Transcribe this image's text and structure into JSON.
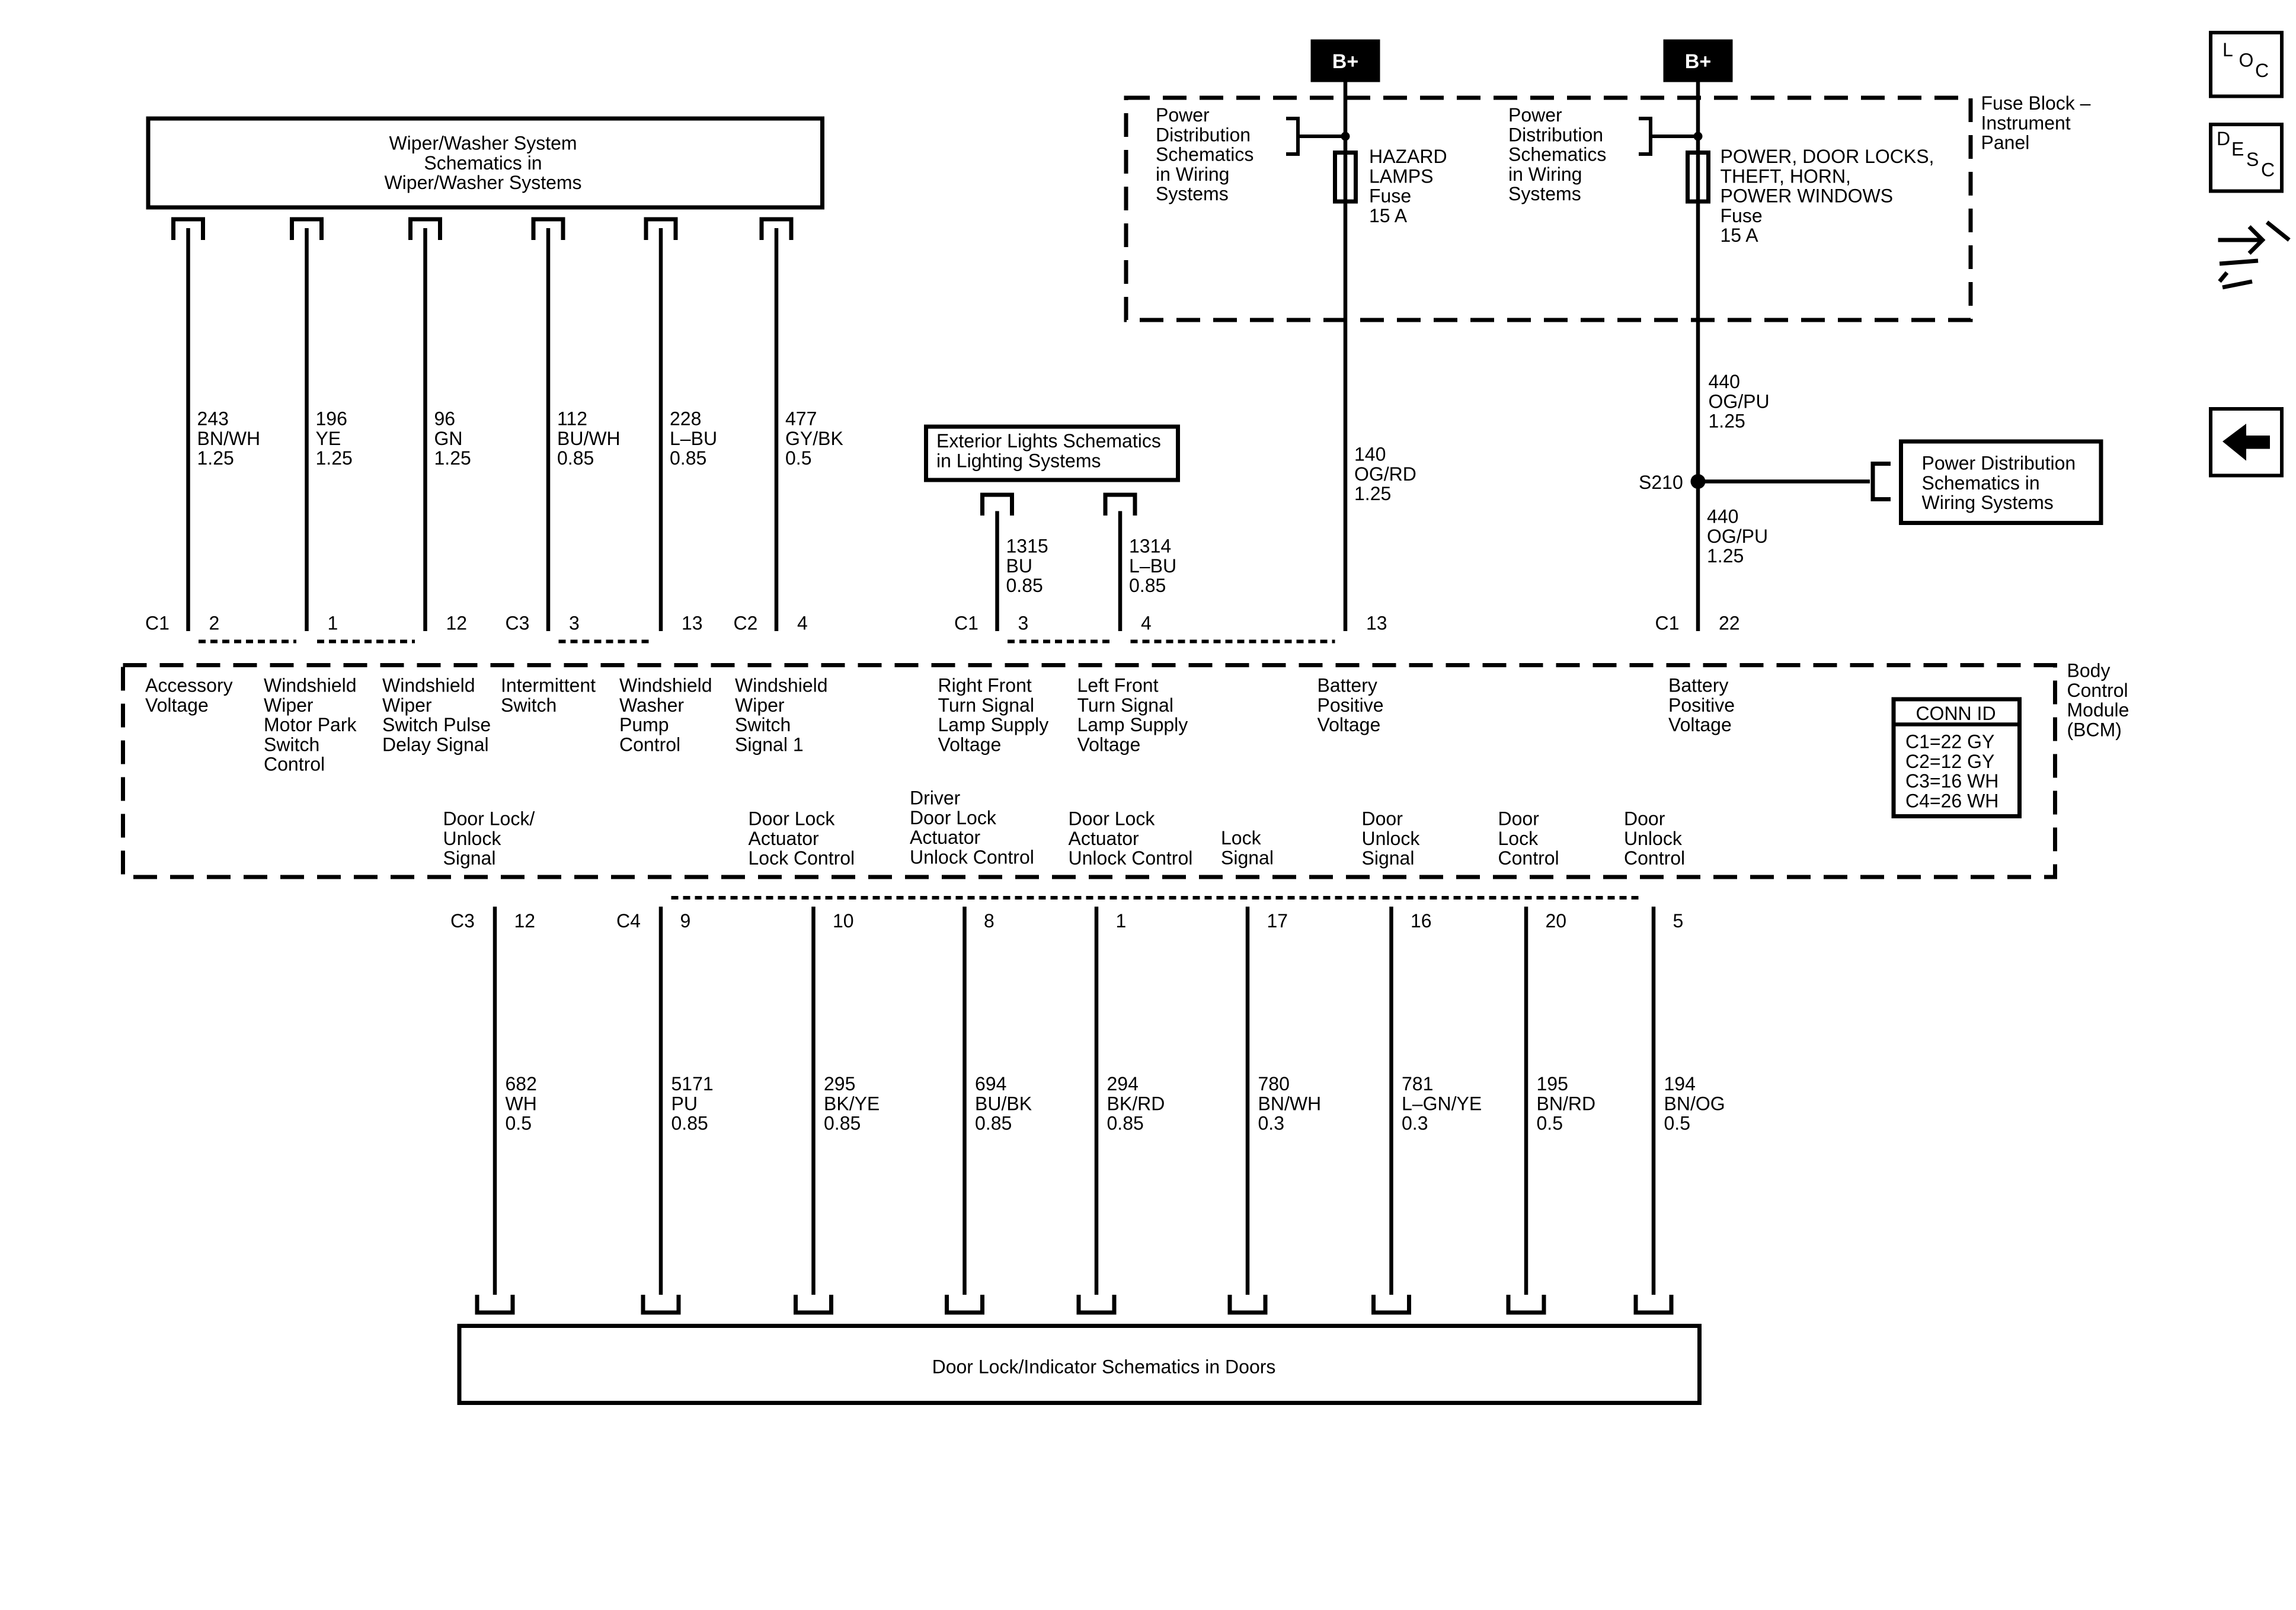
{
  "wiper_box": {
    "lines": [
      "Wiper/Washer System",
      "Schematics in",
      "Wiper/Washer Systems"
    ]
  },
  "ext_lights_box": {
    "lines": [
      "Exterior Lights Schematics",
      "in Lighting Systems"
    ]
  },
  "power_dist_box": {
    "lines": [
      "Power Distribution",
      "Schematics in",
      "Wiring Systems"
    ]
  },
  "door_box": {
    "label": "Door Lock/Indicator Schematics in Doors"
  },
  "fuse_block": {
    "label": [
      "Fuse Block –",
      "Instrument",
      "Panel"
    ],
    "bplus": "B+",
    "power_dist_ref": [
      "Power",
      "Distribution",
      "Schematics",
      "in Wiring",
      "Systems"
    ],
    "fuse1": [
      "HAZARD",
      "LAMPS",
      "Fuse",
      "15 A"
    ],
    "fuse2": [
      "POWER, DOOR LOCKS,",
      "THEFT, HORN,",
      "POWER WINDOWS",
      "Fuse",
      "15 A"
    ]
  },
  "splice": {
    "name": "S210"
  },
  "bcm": {
    "label": [
      "Body",
      "Control",
      "Module",
      "(BCM)"
    ],
    "conn_id": {
      "title": "CONN ID",
      "lines": [
        "C1=22 GY",
        "C2=12 GY",
        "C3=16 WH",
        "C4=26 WH"
      ]
    }
  },
  "top_pins": [
    {
      "conn": "C1",
      "pin": "2",
      "wire": [
        "243",
        "BN/WH",
        "1.25"
      ],
      "func": [
        "Accessory",
        "Voltage"
      ]
    },
    {
      "conn": "",
      "pin": "1",
      "wire": [
        "196",
        "YE",
        "1.25"
      ],
      "func": [
        "Windshield",
        "Wiper",
        "Motor Park",
        "Switch",
        "Control"
      ]
    },
    {
      "conn": "",
      "pin": "12",
      "wire": [
        "96",
        "GN",
        "1.25"
      ],
      "func": [
        "Windshield",
        "Wiper",
        "Switch Pulse",
        "Delay Signal"
      ]
    },
    {
      "conn": "C3",
      "pin": "3",
      "wire": [
        "112",
        "BU/WH",
        "0.85"
      ],
      "func": [
        "Intermittent",
        "Switch"
      ]
    },
    {
      "conn": "",
      "pin": "13",
      "wire": [
        "228",
        "L–BU",
        "0.85"
      ],
      "func": [
        "Windshield",
        "Washer",
        "Pump",
        "Control"
      ]
    },
    {
      "conn": "C2",
      "pin": "4",
      "wire": [
        "477",
        "GY/BK",
        "0.5"
      ],
      "func": [
        "Windshield",
        "Wiper",
        "Switch",
        "Signal 1"
      ]
    },
    {
      "conn": "C1",
      "pin": "3",
      "wire": [
        "1315",
        "BU",
        "0.85"
      ],
      "func": [
        "Right Front",
        "Turn Signal",
        "Lamp Supply",
        "Voltage"
      ]
    },
    {
      "conn": "",
      "pin": "4",
      "wire": [
        "1314",
        "L–BU",
        "0.85"
      ],
      "func": [
        "Left Front",
        "Turn Signal",
        "Lamp Supply",
        "Voltage"
      ]
    },
    {
      "conn": "",
      "pin": "13",
      "wire": [
        "140",
        "OG/RD",
        "1.25"
      ],
      "func": [
        "Battery",
        "Positive",
        "Voltage"
      ]
    },
    {
      "conn": "C1",
      "pin": "22",
      "wire_upper": [
        "440",
        "OG/PU",
        "1.25"
      ],
      "wire": [
        "440",
        "OG/PU",
        "1.25"
      ],
      "func": [
        "Battery",
        "Positive",
        "Voltage"
      ]
    }
  ],
  "bottom_pins": [
    {
      "conn": "C3",
      "pin": "12",
      "wire": [
        "682",
        "WH",
        "0.5"
      ],
      "func": [
        "Door Lock/",
        "Unlock",
        "Signal"
      ]
    },
    {
      "conn": "C4",
      "pin": "9",
      "wire": [
        "5171",
        "PU",
        "0.85"
      ],
      "func": []
    },
    {
      "conn": "",
      "pin": "10",
      "wire": [
        "295",
        "BK/YE",
        "0.85"
      ],
      "func": [
        "Door Lock",
        "Actuator",
        "Lock Control"
      ]
    },
    {
      "conn": "",
      "pin": "8",
      "wire": [
        "694",
        "BU/BK",
        "0.85"
      ],
      "func": [
        "Driver",
        "Door Lock",
        "Actuator",
        "Unlock Control"
      ]
    },
    {
      "conn": "",
      "pin": "1",
      "wire": [
        "294",
        "BK/RD",
        "0.85"
      ],
      "func": [
        "Door Lock",
        "Actuator",
        "Unlock Control"
      ]
    },
    {
      "conn": "",
      "pin": "17",
      "wire": [
        "780",
        "BN/WH",
        "0.3"
      ],
      "func": [
        "Lock",
        "Signal"
      ]
    },
    {
      "conn": "",
      "pin": "16",
      "wire": [
        "781",
        "L–GN/YE",
        "0.3"
      ],
      "func": [
        "Door",
        "Unlock",
        "Signal"
      ]
    },
    {
      "conn": "",
      "pin": "20",
      "wire": [
        "195",
        "BN/RD",
        "0.5"
      ],
      "func": [
        "Door",
        "Lock",
        "Control"
      ]
    },
    {
      "conn": "",
      "pin": "5",
      "wire": [
        "194",
        "BN/OG",
        "0.5"
      ],
      "func": [
        "Door",
        "Unlock",
        "Control"
      ]
    }
  ],
  "side_icons": [
    {
      "name": "loc-icon",
      "letters": [
        "L",
        "O",
        "C"
      ]
    },
    {
      "name": "desc-icon",
      "letters": [
        "D",
        "E",
        "S",
        "C"
      ]
    },
    {
      "name": "connector-hand-icon"
    },
    {
      "name": "back-arrow-icon"
    }
  ]
}
